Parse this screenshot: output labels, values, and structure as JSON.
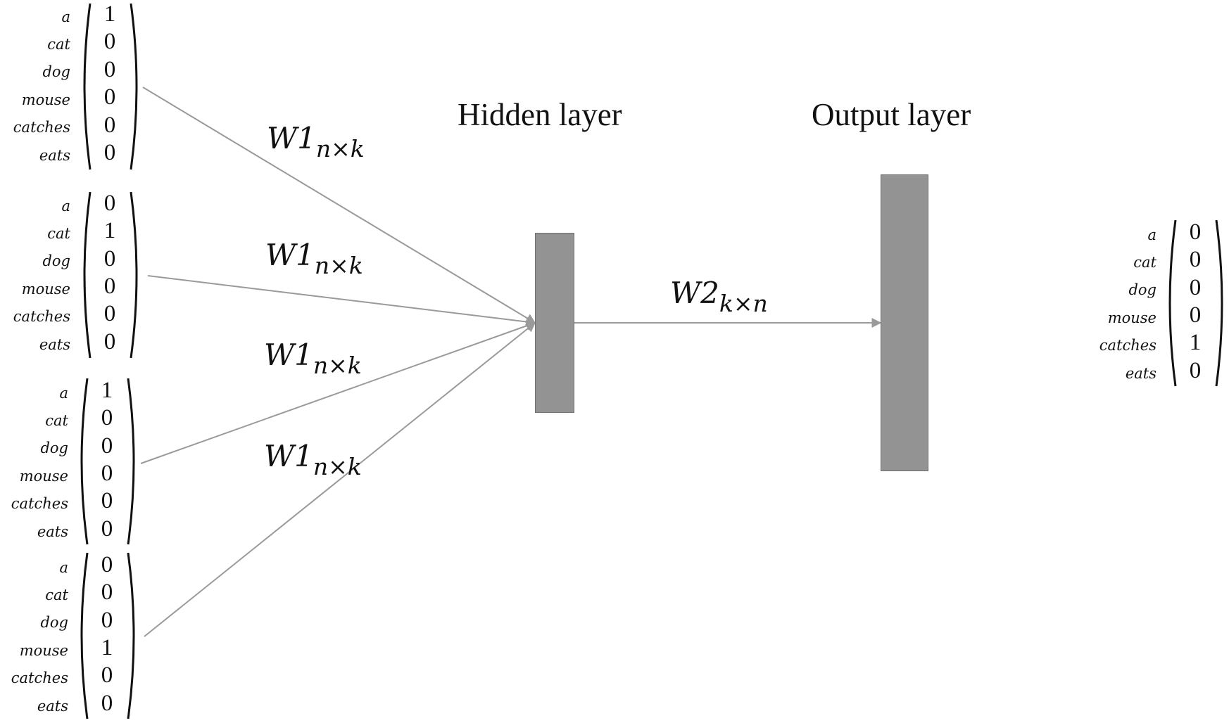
{
  "vocabulary": [
    "a",
    "cat",
    "dog",
    "mouse",
    "catches",
    "eats"
  ],
  "input_vectors": [
    {
      "values": [
        "1",
        "0",
        "0",
        "0",
        "0",
        "0"
      ]
    },
    {
      "values": [
        "0",
        "1",
        "0",
        "0",
        "0",
        "0"
      ]
    },
    {
      "values": [
        "1",
        "0",
        "0",
        "0",
        "0",
        "0"
      ]
    },
    {
      "values": [
        "0",
        "0",
        "0",
        "1",
        "0",
        "0"
      ]
    }
  ],
  "output_vector": {
    "values": [
      "0",
      "0",
      "0",
      "0",
      "1",
      "0"
    ]
  },
  "hidden_layer": {
    "title": "Hidden layer"
  },
  "output_layer": {
    "title": "Output layer"
  },
  "weights": {
    "input": {
      "base": "W1",
      "sub": "n×k"
    },
    "output": {
      "base": "W2",
      "sub": "k×n"
    }
  },
  "colors": {
    "box_fill": "#939393",
    "wire": "#9a9a9a",
    "text": "#111111"
  }
}
